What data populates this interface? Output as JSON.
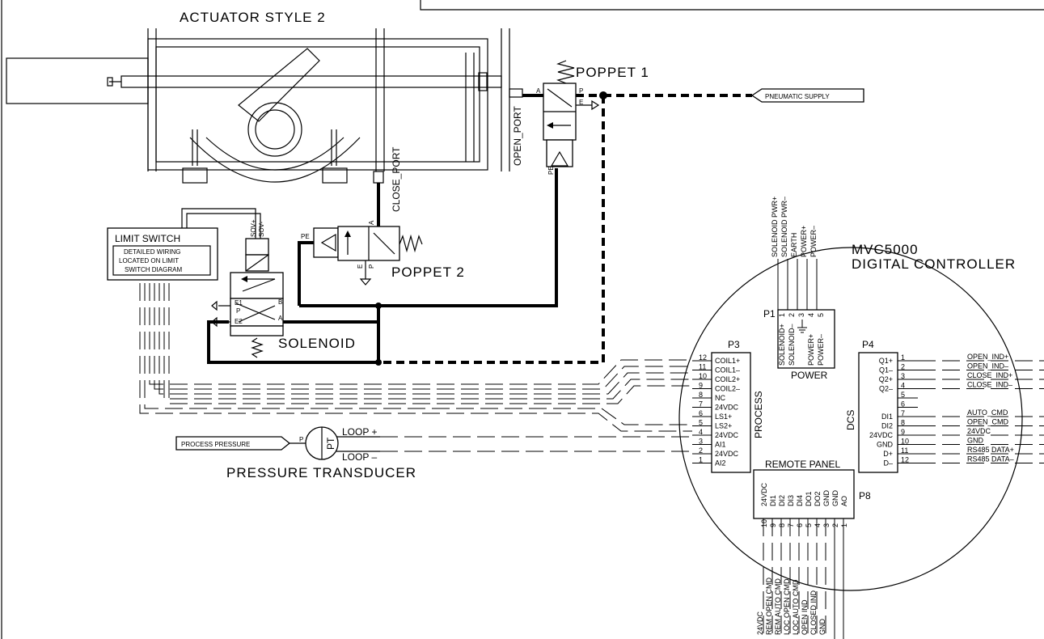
{
  "actuator": {
    "title": "ACTUATOR STYLE 2",
    "open_port": "OPEN_PORT",
    "close_port": "CLOSE_PORT"
  },
  "poppet1": {
    "label": "POPPET 1",
    "port_a": "A",
    "port_p": "P",
    "port_e": "E",
    "port_pe": "PE"
  },
  "poppet2": {
    "label": "POPPET 2",
    "port_a": "A",
    "port_p": "P",
    "port_e": "E",
    "port_pe": "PE"
  },
  "solenoid": {
    "label": "SOLENOID",
    "port_e1": "E1",
    "port_e2": "E2",
    "port_p": "P",
    "port_a": "A",
    "port_b": "B",
    "coil_pos": "SOV+",
    "coil_neg": "SOV-"
  },
  "supply": {
    "label": "PNEUMATIC SUPPLY"
  },
  "limit_switch": {
    "title": "LIMIT SWITCH",
    "note_line1": "DETAILED WIRING",
    "note_line2": "LOCATED ON LIMIT",
    "note_line3": "SWITCH DIAGRAM"
  },
  "transducer": {
    "label": "PRESSURE TRANSDUCER",
    "symbol": "PT",
    "input": "PROCESS PRESSURE",
    "port": "P",
    "loop_pos": "LOOP +",
    "loop_neg": "LOOP –"
  },
  "controller": {
    "title_line1": "MVC5000",
    "title_line2": "DIGITAL CONTROLLER",
    "p1": {
      "name": "P1",
      "section": "POWER",
      "pins": [
        {
          "num": "1",
          "name": "SOLENOID+",
          "wire": "SOLENOID PWR+"
        },
        {
          "num": "2",
          "name": "SOLENOID–",
          "wire": "SOLENOID PWR–"
        },
        {
          "num": "3",
          "name": "",
          "wire": "EARTH"
        },
        {
          "num": "4",
          "name": "POWER+",
          "wire": "POWER+"
        },
        {
          "num": "5",
          "name": "POWER–",
          "wire": "POWER–"
        }
      ]
    },
    "p3": {
      "name": "P3",
      "section": "PROCESS",
      "pins": [
        {
          "num": "12",
          "name": "COIL1+"
        },
        {
          "num": "11",
          "name": "COIL1–"
        },
        {
          "num": "10",
          "name": "COIL2+"
        },
        {
          "num": "9",
          "name": "COIL2–"
        },
        {
          "num": "8",
          "name": "NC"
        },
        {
          "num": "7",
          "name": "24VDC"
        },
        {
          "num": "6",
          "name": "LS1+"
        },
        {
          "num": "5",
          "name": "LS2+"
        },
        {
          "num": "4",
          "name": "24VDC"
        },
        {
          "num": "3",
          "name": "AI1"
        },
        {
          "num": "2",
          "name": "24VDC"
        },
        {
          "num": "1",
          "name": "AI2"
        }
      ]
    },
    "p4": {
      "name": "P4",
      "section": "DCS",
      "pins": [
        {
          "num": "1",
          "name": "Q1+",
          "wire": "OPEN_IND+"
        },
        {
          "num": "2",
          "name": "Q1–",
          "wire": "OPEN_IND–"
        },
        {
          "num": "3",
          "name": "Q2+",
          "wire": "CLOSE_IND+"
        },
        {
          "num": "4",
          "name": "Q2–",
          "wire": "CLOSE_IND–"
        },
        {
          "num": "5",
          "name": "",
          "wire": ""
        },
        {
          "num": "6",
          "name": "",
          "wire": ""
        },
        {
          "num": "7",
          "name": "DI1",
          "wire": "AUTO_CMD"
        },
        {
          "num": "8",
          "name": "DI2",
          "wire": "OPEN_CMD"
        },
        {
          "num": "9",
          "name": "24VDC",
          "wire": "24VDC"
        },
        {
          "num": "10",
          "name": "GND",
          "wire": "GND"
        },
        {
          "num": "11",
          "name": "D+",
          "wire": "RS485 DATA+"
        },
        {
          "num": "12",
          "name": "D–",
          "wire": "RS485 DATA–"
        }
      ]
    },
    "p8": {
      "name": "P8",
      "section": "REMOTE PANEL",
      "pins": [
        {
          "num": "10",
          "name": "24VDC",
          "wire": "24VDC"
        },
        {
          "num": "9",
          "name": "DI1",
          "wire": "REM OPEN CMD"
        },
        {
          "num": "8",
          "name": "DI2",
          "wire": "REM AUTO CMD"
        },
        {
          "num": "7",
          "name": "DI3",
          "wire": "LOC OPEN CMD"
        },
        {
          "num": "6",
          "name": "DI4",
          "wire": "LOC AUTO CMD"
        },
        {
          "num": "5",
          "name": "DO1",
          "wire": "OPEN IND"
        },
        {
          "num": "4",
          "name": "DO2",
          "wire": "CLOSED IND"
        },
        {
          "num": "3",
          "name": "GND",
          "wire": "GND"
        },
        {
          "num": "2",
          "name": "GND",
          "wire": ""
        },
        {
          "num": "1",
          "name": "AO",
          "wire": ""
        }
      ]
    }
  }
}
